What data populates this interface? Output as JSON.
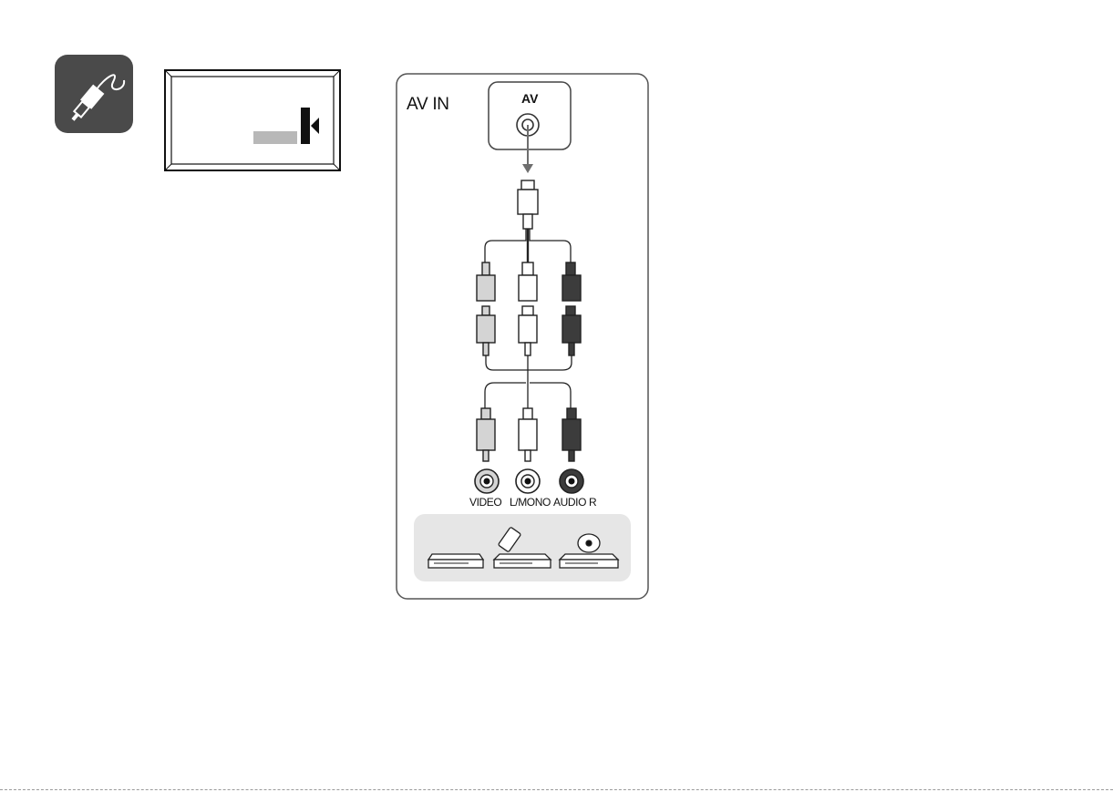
{
  "panel": {
    "title": "AV IN",
    "port_label": "AV"
  },
  "jacks": [
    {
      "label": "VIDEO",
      "color": "#d4d4d4"
    },
    {
      "label": "L/MONO",
      "color": "#ffffff"
    },
    {
      "label": "AUDIO R",
      "color": "#3c3c3c"
    }
  ],
  "devices": [
    {
      "icon": "dvd-player-icon"
    },
    {
      "icon": "vcr-icon"
    },
    {
      "icon": "disc-player-icon"
    }
  ],
  "colors": {
    "icon_bg": "#4a4a4a",
    "panel_border": "#555555",
    "arrow": "#6e6e6e",
    "device_area": "#e6e6e6"
  }
}
